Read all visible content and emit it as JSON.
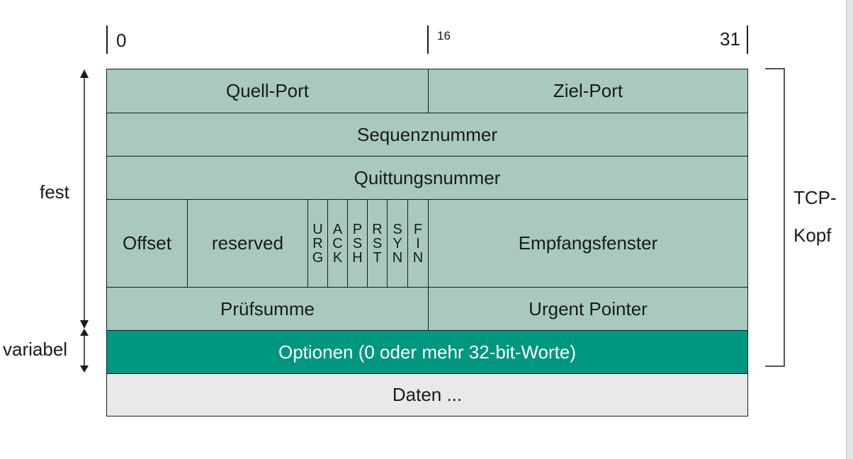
{
  "bits": {
    "start": "0",
    "middle": "16",
    "end": "31"
  },
  "fields": {
    "quell_port": "Quell-Port",
    "ziel_port": "Ziel-Port",
    "sequenznummer": "Sequenznummer",
    "quittungsnummer": "Quittungsnummer",
    "offset": "Offset",
    "reserved": "reserved",
    "flags": [
      "URG",
      "ACK",
      "PSH",
      "RST",
      "SYN",
      "FIN"
    ],
    "empfangsfenster": "Empfangsfenster",
    "pruefsumme": "Prüfsumme",
    "urgent_pointer": "Urgent Pointer",
    "optionen": "Optionen (0 oder mehr 32-bit-Worte)",
    "daten": "Daten ..."
  },
  "labels": {
    "fest": "fest",
    "variabel": "variabel",
    "tcp_kopf_line1": "TCP-",
    "tcp_kopf_line2": "Kopf"
  },
  "colors": {
    "header_fill": "#a9c9be",
    "options_fill": "#009780",
    "data_fill": "#e9e9e9"
  }
}
